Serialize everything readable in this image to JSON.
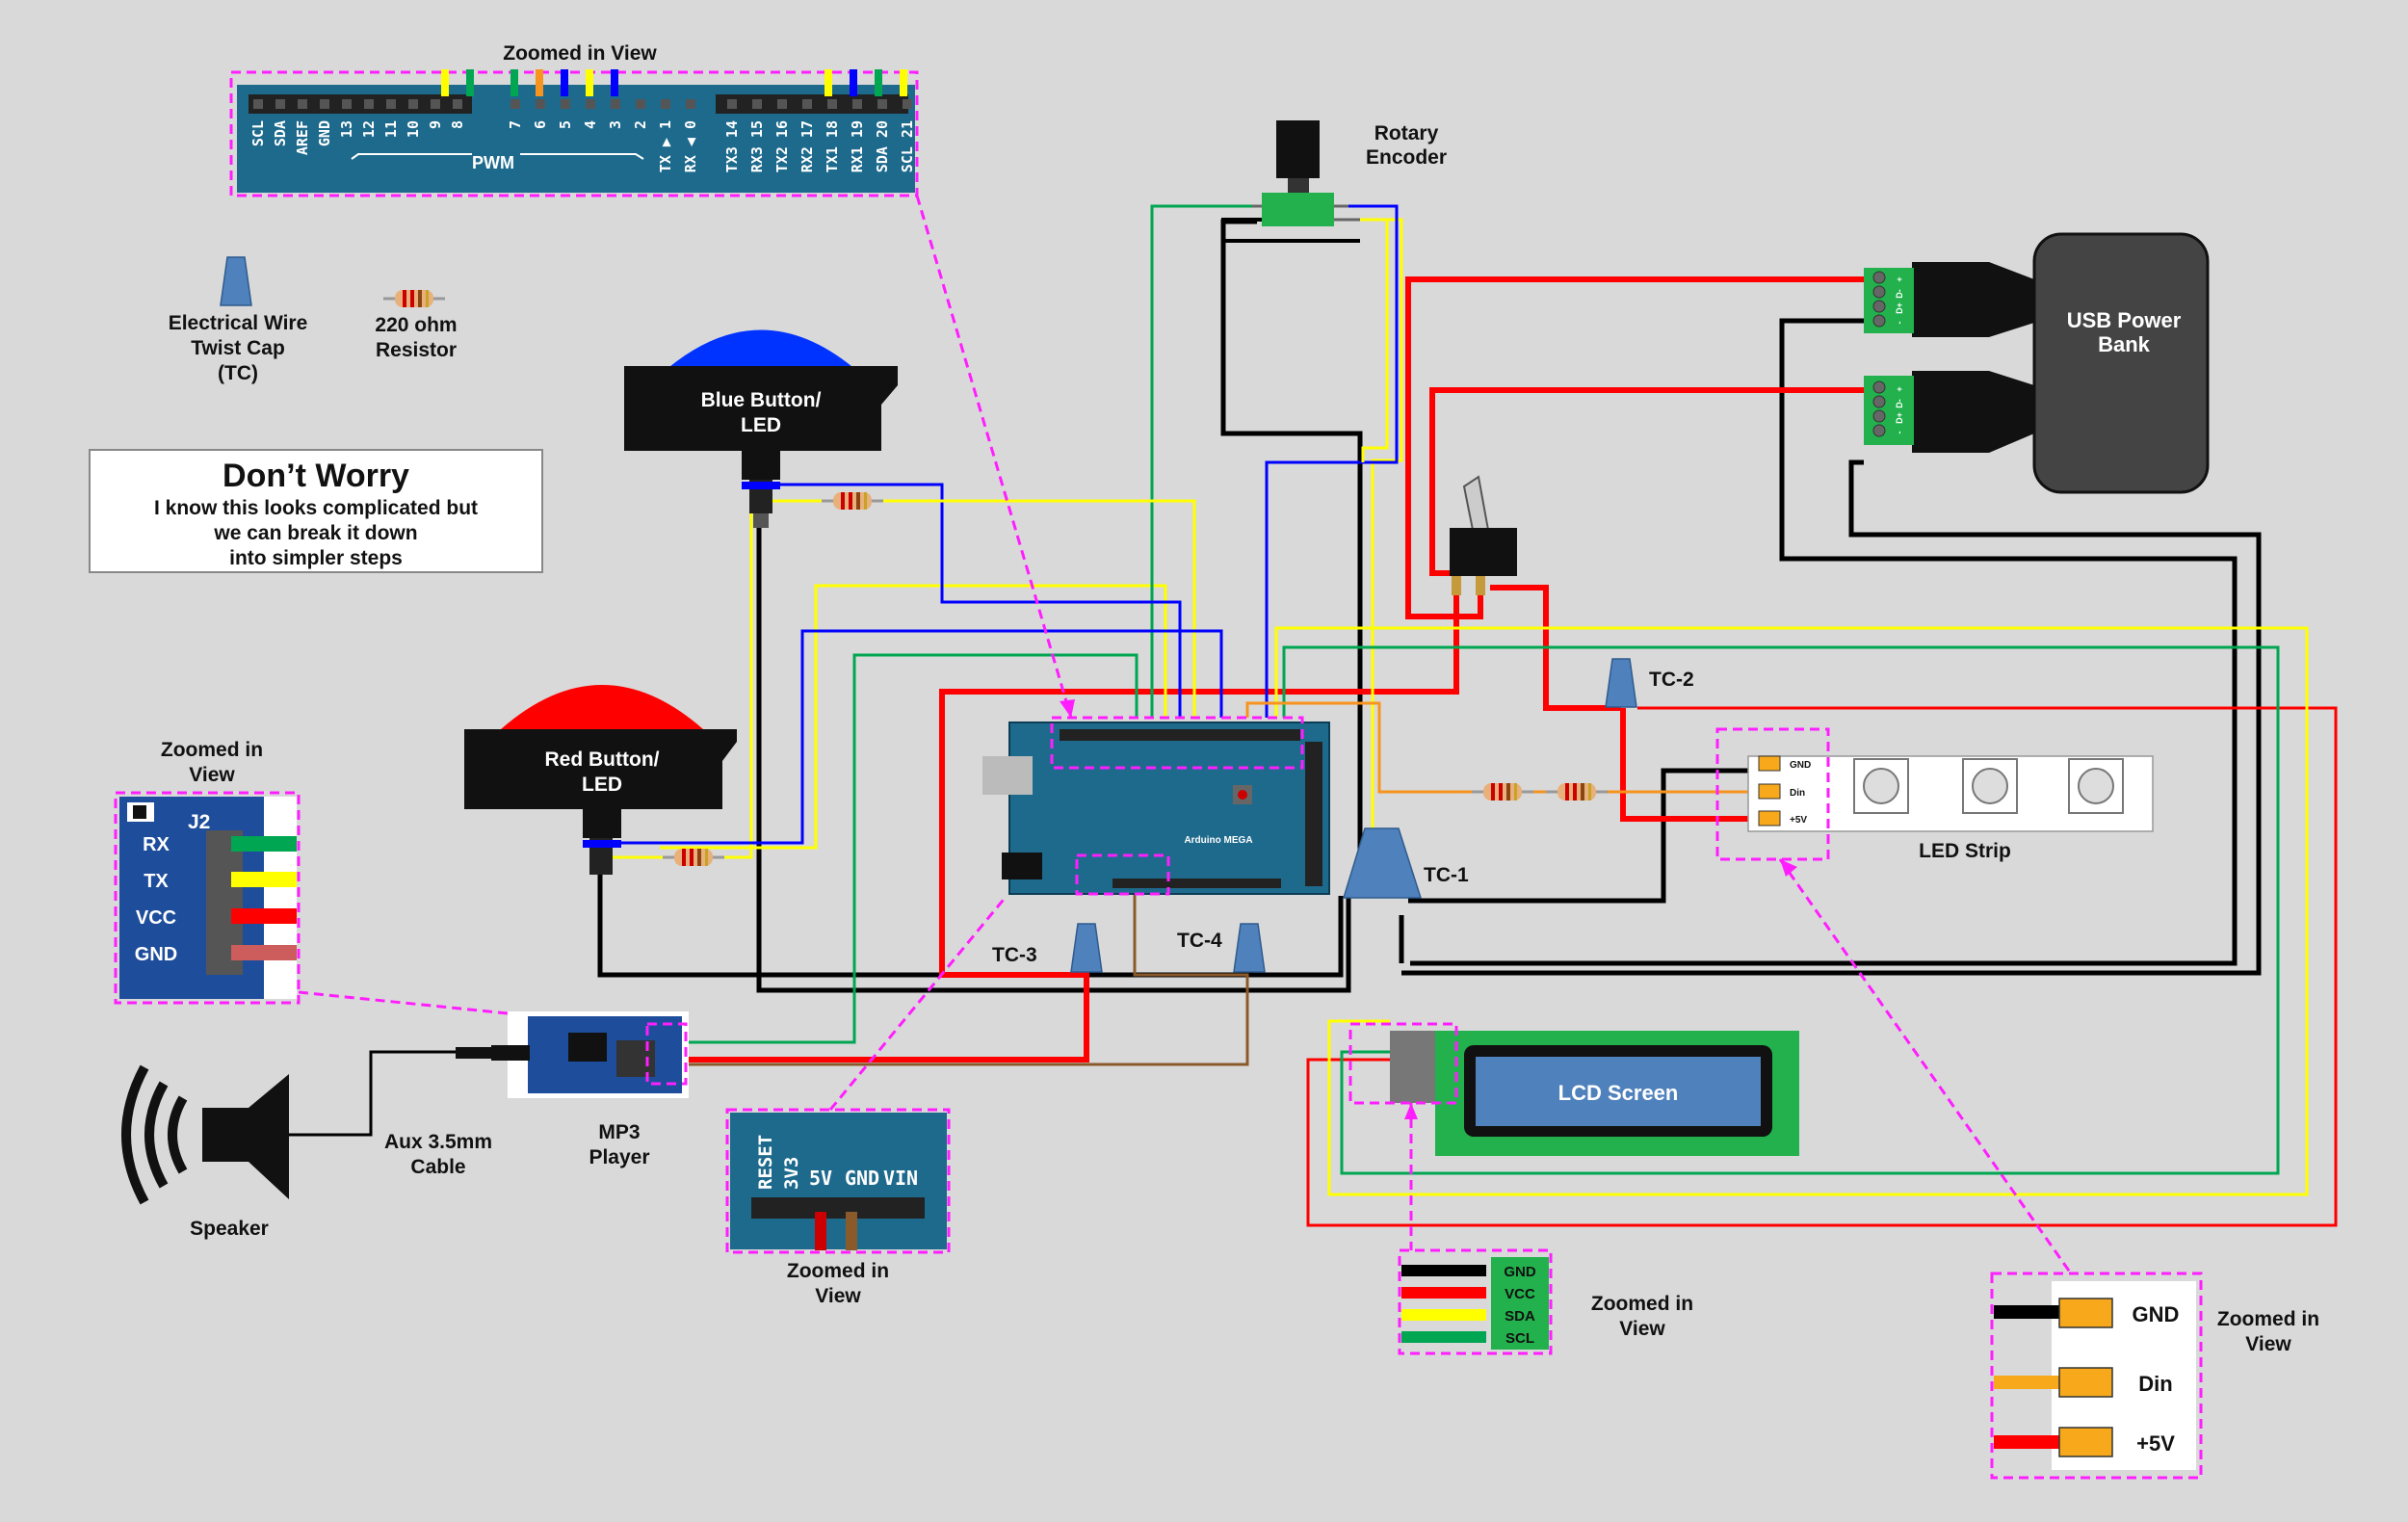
{
  "labels": {
    "zoom_top": "Zoomed in View",
    "zoom_generic": "Zoomed in",
    "zoom_view": "View",
    "rotary_1": "Rotary",
    "rotary_2": "Encoder",
    "usb_1": "USB Power",
    "usb_2": "Bank",
    "tc_legend_1": "Electrical Wire",
    "tc_legend_2": "Twist Cap",
    "tc_legend_3": "(TC)",
    "res_legend_1": "220 ohm",
    "res_legend_2": "Resistor",
    "blue_btn_1": "Blue Button/",
    "blue_btn_2": "LED",
    "red_btn_1": "Red Button/",
    "red_btn_2": "LED",
    "note_title": "Don’t Worry",
    "note_1": "I know this looks complicated but",
    "note_2": "we can break it down",
    "note_3": "into simpler steps",
    "tc1": "TC-1",
    "tc2": "TC-2",
    "tc3": "TC-3",
    "tc4": "TC-4",
    "led_strip": "LED Strip",
    "lcd": "LCD Screen",
    "mp3_1": "MP3",
    "mp3_2": "Player",
    "aux_1": "Aux 3.5mm",
    "aux_2": "Cable",
    "speaker": "Speaker",
    "arduino": "Arduino MEGA"
  },
  "header_pins": {
    "left_group": [
      "SCL",
      "SDA",
      "AREF",
      "GND",
      "13",
      "12",
      "11",
      "10",
      "9",
      "8"
    ],
    "pwm_group": [
      "7",
      "6",
      "5",
      "4",
      "3",
      "2",
      "TX ▶ 1",
      "RX ◀ 0"
    ],
    "comm_group": [
      "TX3 14",
      "RX3 15",
      "TX2 16",
      "RX2 17",
      "TX1 18",
      "RX1 19",
      "SDA 20",
      "SCL 21"
    ],
    "pwm_label": "PWM"
  },
  "mp3_pins": [
    "RX",
    "TX",
    "VCC",
    "GND"
  ],
  "mp3_header": "J2",
  "power_pins": [
    "RESET",
    "3V3",
    "5V",
    "GND",
    "VIN"
  ],
  "lcd_pins": [
    "GND",
    "VCC",
    "SDA",
    "SCL"
  ],
  "strip_pins": [
    "GND",
    "Din",
    "+5V"
  ],
  "strip_pins_small": [
    "GND",
    "Din",
    "+5V"
  ],
  "usb_pins": [
    "+",
    "D-",
    "D+",
    "-"
  ],
  "colors": {
    "background": "#d9d9d9",
    "wire_red": "#ff0000",
    "wire_black": "#000000",
    "wire_yellow": "#ffff00",
    "wire_green": "#00a651",
    "wire_blue": "#0000ff",
    "wire_orange": "#f7941d",
    "wire_brown": "#8b5a2b",
    "callout": "#ff1eff",
    "board_blue": "#1e6a8d",
    "button_blue": "#0033ff",
    "button_red": "#ff0000",
    "lcd_green": "#22b14c",
    "lcd_blue": "#4f81bd",
    "twist_cap": "#4f81bd"
  }
}
